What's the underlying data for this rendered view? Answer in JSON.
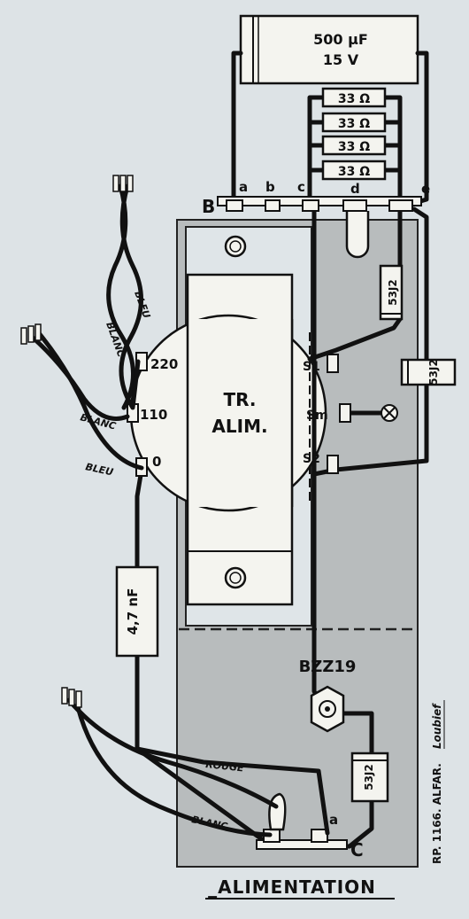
{
  "labels": {
    "capacitor_value": "500 μF",
    "capacitor_voltage": "15 V",
    "resistor_1": "33 Ω",
    "resistor_2": "33 Ω",
    "resistor_3": "33 Ω",
    "resistor_4": "33 Ω",
    "point_B": "B",
    "point_C": "C",
    "term_a": "a",
    "term_b": "b",
    "term_c": "c",
    "term_d": "d",
    "term_e": "e",
    "term_a2": "a",
    "transformer_line1": "TR.",
    "transformer_line2": "ALIM.",
    "tap_220": "220",
    "tap_110": "110",
    "tap_0": "0",
    "sec_s1": "S1",
    "sec_sm": "Sm",
    "sec_s2": "S2",
    "diode_1": "53J2",
    "diode_2": "53J2",
    "diode_3": "53J2",
    "zener": "BZZ19",
    "capacitor2": "4,7 nF",
    "wire_blanc_1": "BLANC",
    "wire_bleu_1": "BLEU",
    "wire_blanc_2": "BLANC",
    "wire_bleu_2": "BLEU",
    "wire_rouge": "ROUGE",
    "wire_blanc_3": "BLANC",
    "credit": "RP. 1166. ALFAR.",
    "signature": "Loubief",
    "caption": "_ALIMENTATION"
  }
}
